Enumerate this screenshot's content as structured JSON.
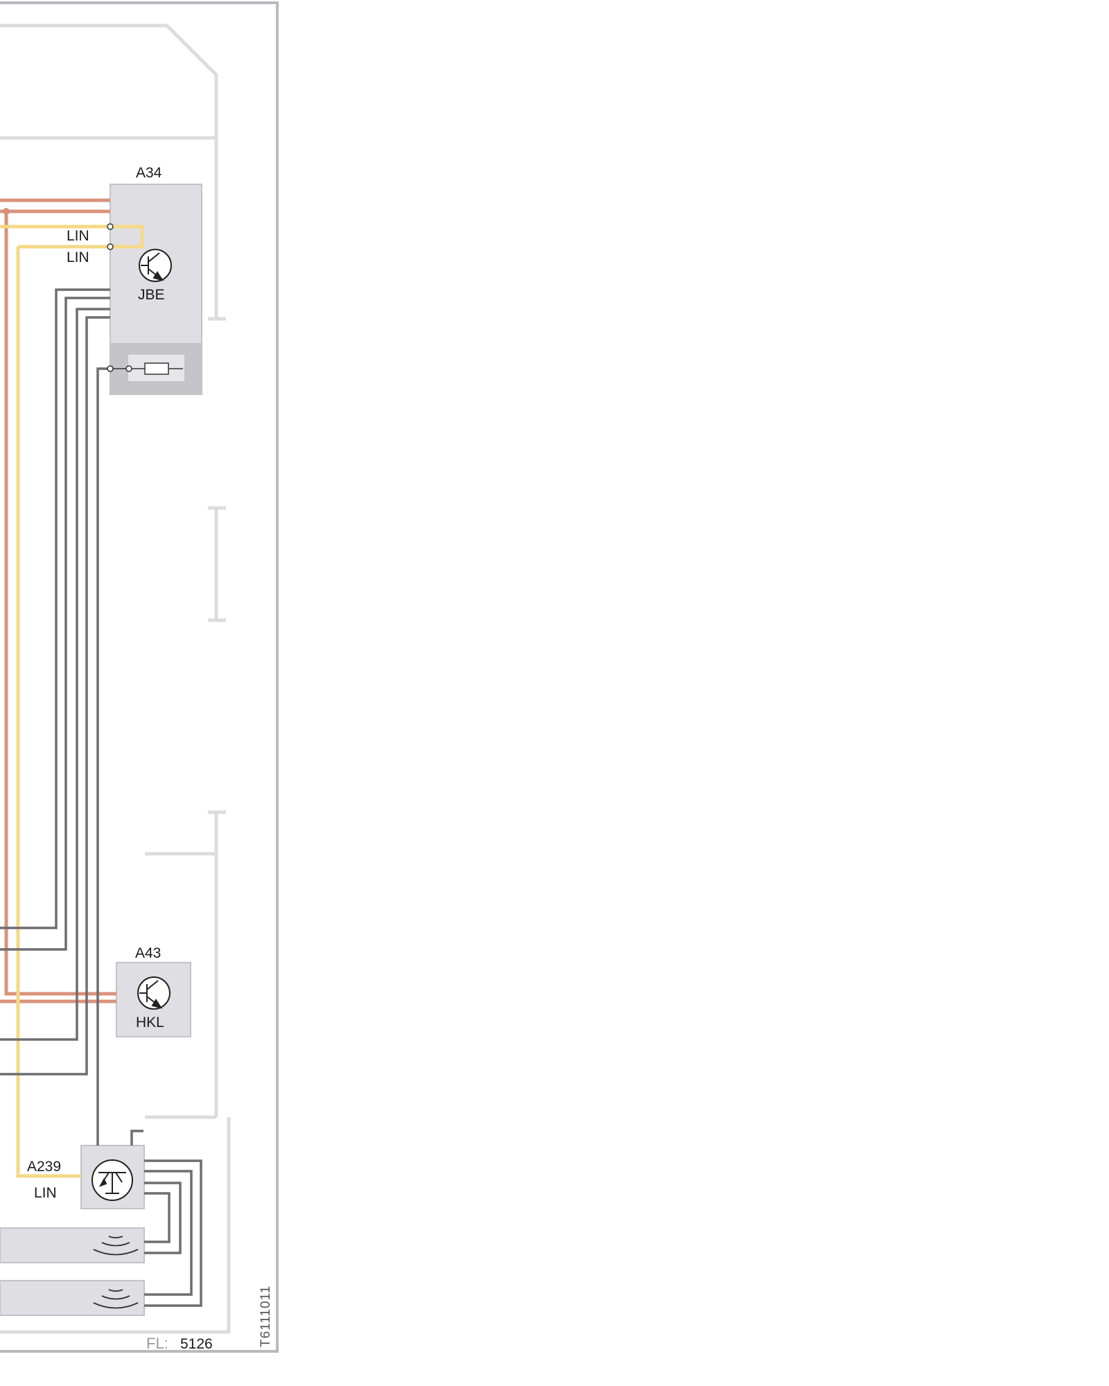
{
  "labels": {
    "a34": "A34",
    "jbe": "JBE",
    "lin_1": "LIN",
    "lin_2": "LIN",
    "a43": "A43",
    "hkl": "HKL",
    "a239": "A239",
    "lin_3": "LIN",
    "fl_prefix": "FL:",
    "fl_number": "5126",
    "figure_code": "T6111011"
  },
  "colors": {
    "frame": "#b9b9c0",
    "zone": "#dcdcdc",
    "module": "#dedee3",
    "module_dark": "#c4c4c9",
    "power": "#d9937b",
    "lin": "#f5d987",
    "signal": "#6d6d72"
  }
}
